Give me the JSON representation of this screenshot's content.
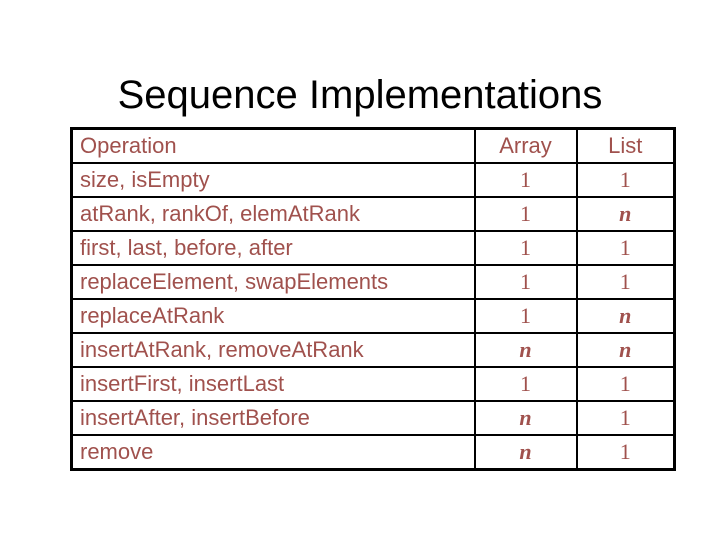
{
  "slide": {
    "title": "Sequence Implementations"
  },
  "colors": {
    "table_text": "#A0514D",
    "table_border": "#000000",
    "title_text": "#000000",
    "background": "#FFFFFF"
  },
  "table": {
    "columns": [
      "Operation",
      "Array",
      "List"
    ],
    "rows": [
      {
        "operation": "size, isEmpty",
        "array": "1",
        "list": "1"
      },
      {
        "operation": "atRank, rankOf, elemAtRank",
        "array": "1",
        "list": "n"
      },
      {
        "operation": "first, last, before, after",
        "array": "1",
        "list": "1"
      },
      {
        "operation": "replaceElement, swapElements",
        "array": "1",
        "list": "1"
      },
      {
        "operation": "replaceAtRank",
        "array": "1",
        "list": "n"
      },
      {
        "operation": "insertAtRank, removeAtRank",
        "array": "n",
        "list": "n"
      },
      {
        "operation": "insertFirst, insertLast",
        "array": "1",
        "list": "1"
      },
      {
        "operation": "insertAfter, insertBefore",
        "array": "n",
        "list": "1"
      },
      {
        "operation": "remove",
        "array": "n",
        "list": "1"
      }
    ]
  }
}
